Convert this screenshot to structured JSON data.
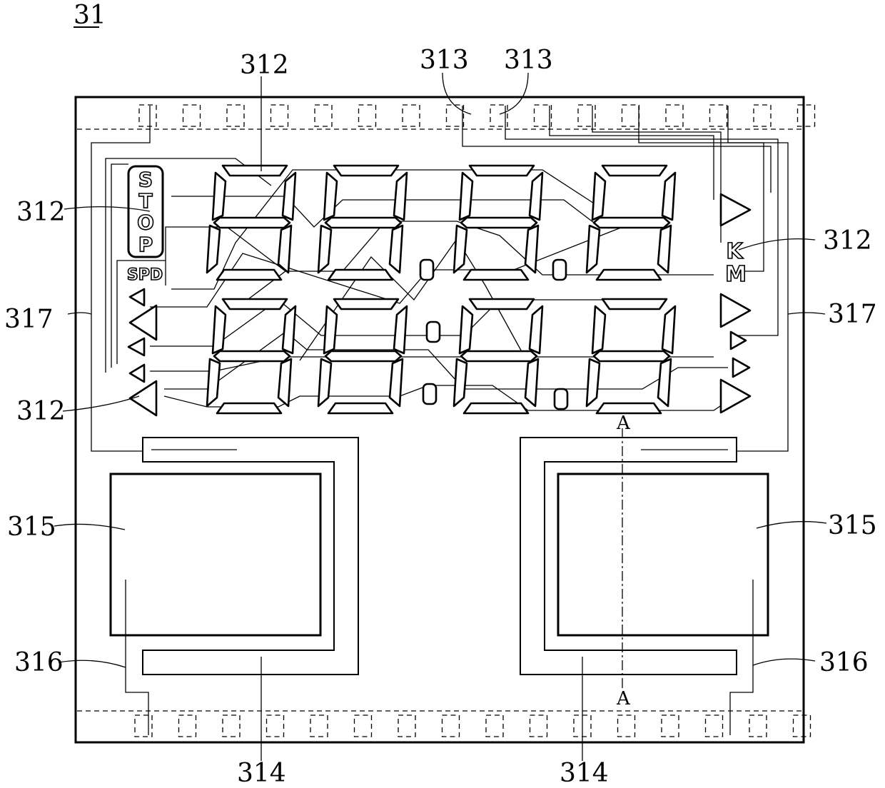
{
  "figure_label": "31",
  "labels": {
    "segment_area_top": "312",
    "segment_area_left_upper": "312",
    "segment_area_left_lower": "312",
    "segment_area_right": "312",
    "pin_left": "313",
    "pin_right": "313",
    "trace_left": "317",
    "trace_right": "317",
    "pad_left": "315",
    "pad_right": "315",
    "wire_left": "316",
    "wire_right": "316",
    "frame_left": "314",
    "frame_right": "314",
    "section_top": "A",
    "section_bottom": "A"
  },
  "icons": {
    "stop_letters": [
      "S",
      "T",
      "O",
      "P"
    ],
    "spd": "SPD",
    "km_k": "K",
    "km_m": "M"
  }
}
